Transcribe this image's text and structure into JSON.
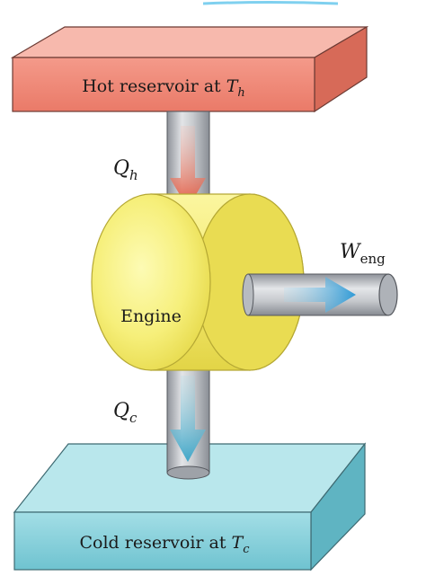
{
  "hot_reservoir": {
    "label_prefix": "Hot reservoir at ",
    "temp_symbol": "T",
    "temp_subscript": "h",
    "color": "#f08c7c"
  },
  "cold_reservoir": {
    "label_prefix": "Cold reservoir at ",
    "temp_symbol": "T",
    "temp_subscript": "c",
    "color": "#8fd3dc"
  },
  "engine": {
    "label": "Engine",
    "color": "#f4ee7c"
  },
  "heat_in": {
    "symbol": "Q",
    "subscript": "h",
    "arrow_color": "#e2553c"
  },
  "heat_out": {
    "symbol": "Q",
    "subscript": "c",
    "arrow_color": "#3fa6c8"
  },
  "work_out": {
    "symbol": "W",
    "subscript": "eng",
    "arrow_color": "#3ea4d8"
  }
}
